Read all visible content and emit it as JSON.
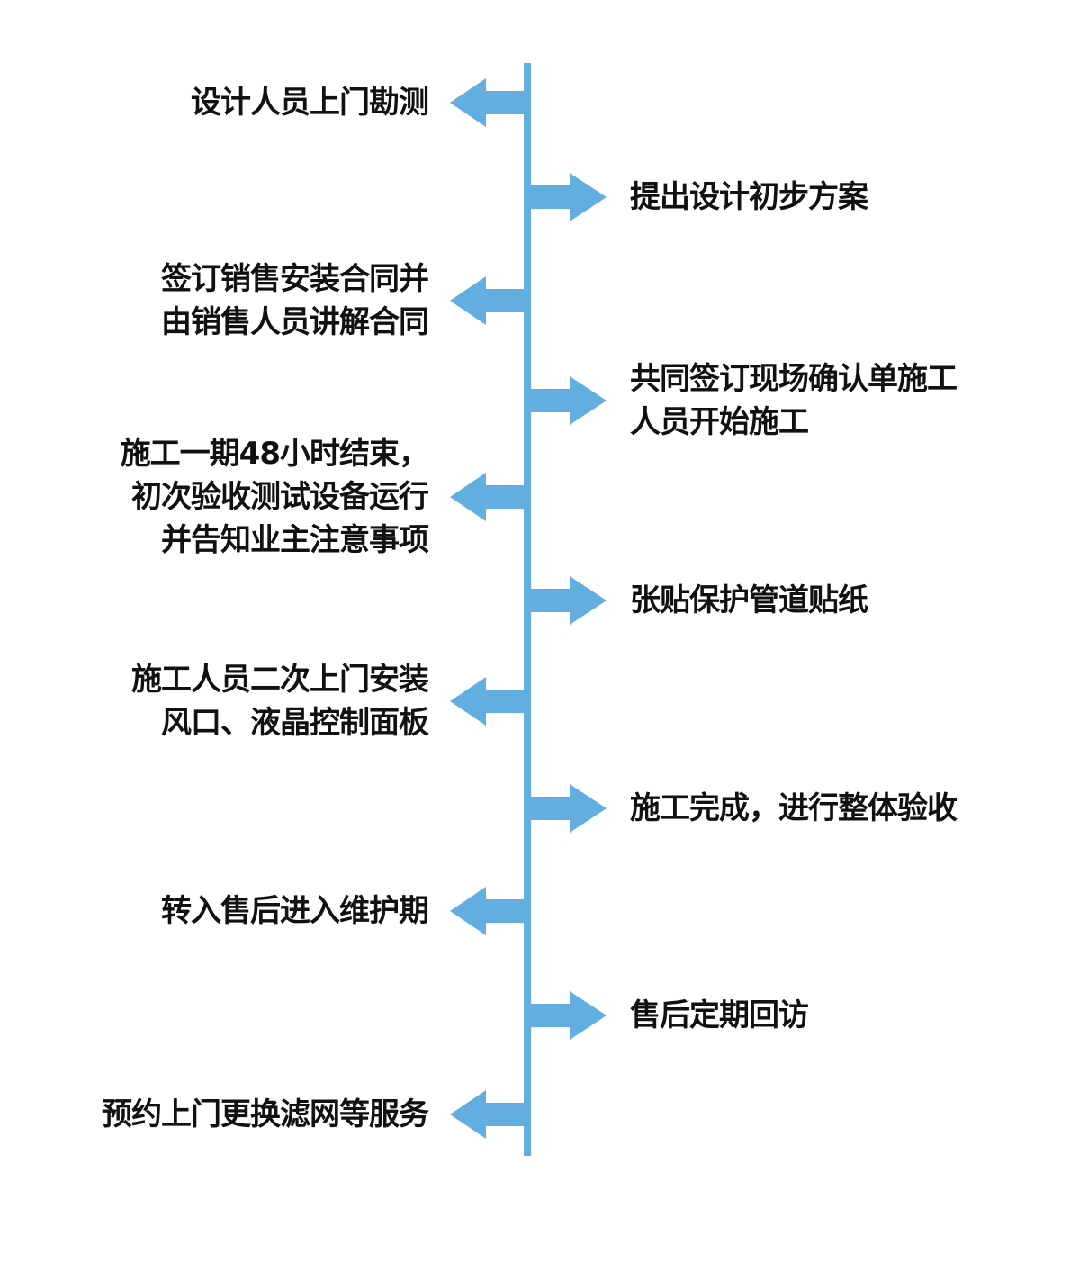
{
  "colors": {
    "timeline": "#62aee0",
    "text": "#111111",
    "background": "#ffffff"
  },
  "steps": [
    {
      "side": "left",
      "lines": [
        "设计人员上门勘测"
      ]
    },
    {
      "side": "right",
      "lines": [
        "提出设计初步方案"
      ]
    },
    {
      "side": "left",
      "lines": [
        "签订销售安装合同并",
        "由销售人员讲解合同"
      ]
    },
    {
      "side": "right",
      "lines": [
        "共同签订现场确认单施工",
        "人员开始施工"
      ]
    },
    {
      "side": "left",
      "lines": [
        "施工一期48小时结束，",
        "初次验收测试设备运行",
        "并告知业主注意事项"
      ]
    },
    {
      "side": "right",
      "lines": [
        "张贴保护管道贴纸"
      ]
    },
    {
      "side": "left",
      "lines": [
        "施工人员二次上门安装",
        "风口、液晶控制面板"
      ]
    },
    {
      "side": "right",
      "lines": [
        "施工完成，进行整体验收"
      ]
    },
    {
      "side": "left",
      "lines": [
        "转入售后进入维护期"
      ]
    },
    {
      "side": "right",
      "lines": [
        "售后定期回访"
      ]
    },
    {
      "side": "left",
      "lines": [
        "预约上门更换滤网等服务"
      ]
    }
  ]
}
